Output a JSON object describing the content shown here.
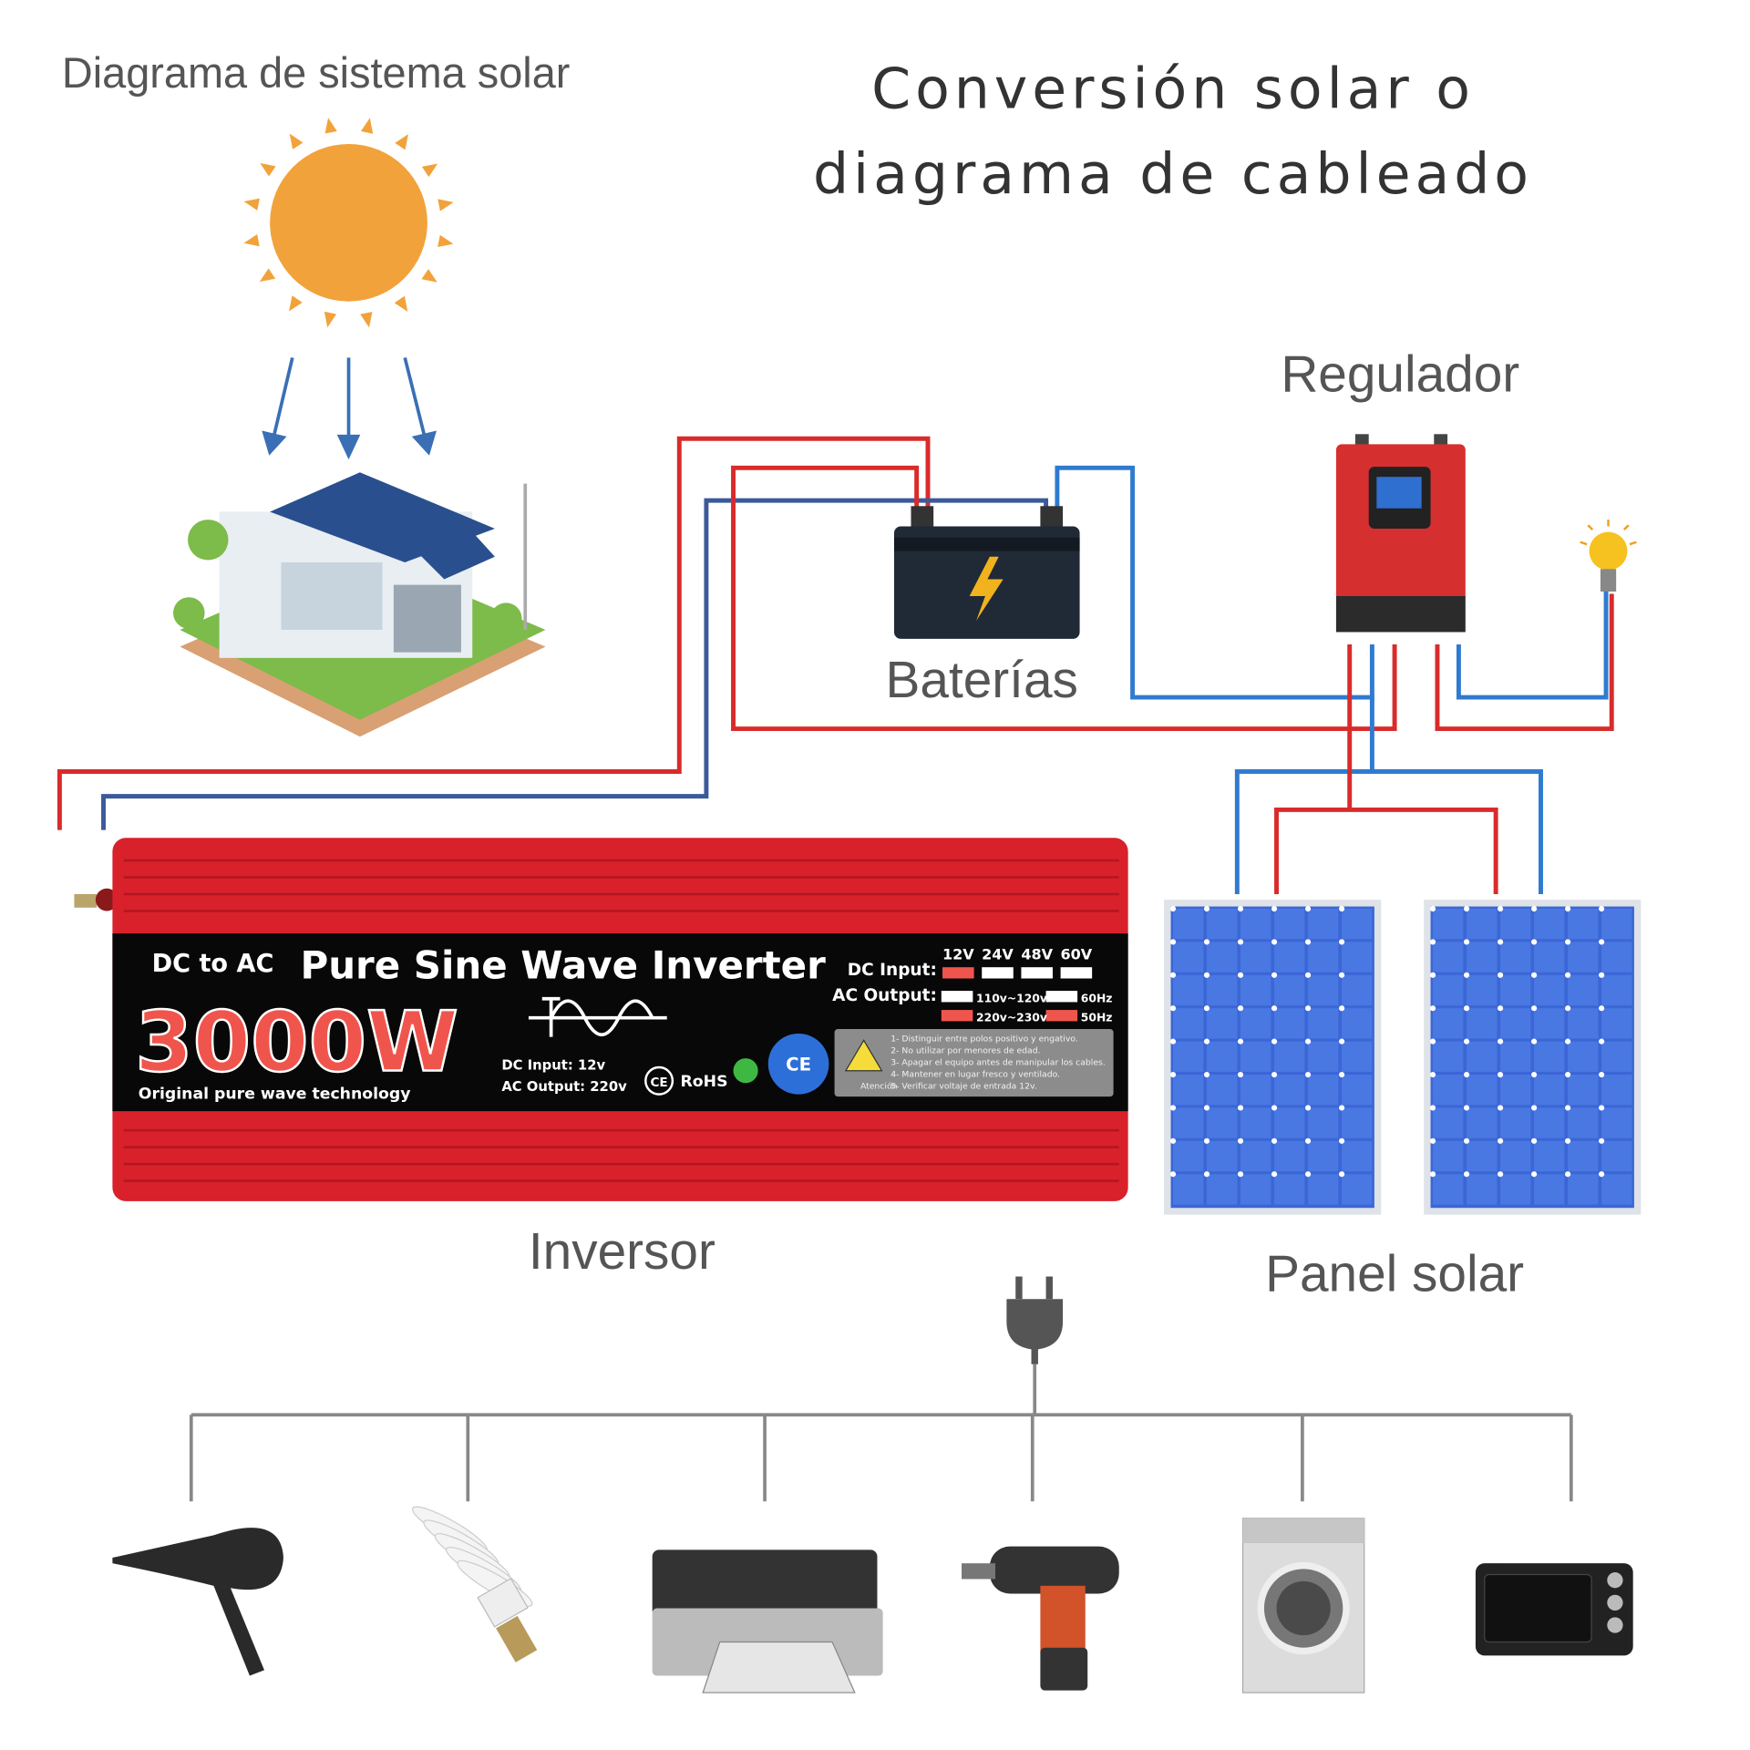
{
  "header": {
    "subtitle": "Diagrama de sistema solar",
    "title_line1": "Conversión solar o",
    "title_line2": "diagrama de cableado"
  },
  "labels": {
    "regulator": "Regulador",
    "batteries": "Baterías",
    "inverter": "Inversor",
    "solar_panel": "Panel solar"
  },
  "inverter": {
    "dc_to_ac": "DC to AC",
    "product_name": "Pure Sine Wave Inverter",
    "power": "3000W",
    "tagline": "Original pure wave technology",
    "dc_input_short": "DC Input: 12v",
    "ac_output_short": "AC Output: 220v",
    "rohs": "RoHS",
    "ce": "CE",
    "dc_input_label": "DC Input:",
    "ac_output_label": "AC Output:",
    "voltages": [
      "12V",
      "24V",
      "48V",
      "60V"
    ],
    "selected_voltage": "12V",
    "ac_options": [
      "110v~120v",
      "220v~230v"
    ],
    "freq_options": [
      "60Hz",
      "50Hz"
    ],
    "selected_ac": "220v~230v",
    "selected_freq": "50Hz",
    "warning_title": "Atención",
    "warnings": [
      "1- Distinguir entre polos positivo y engativo.",
      "2- No utilizar por menores de edad.",
      "3- Apagar el equipo antes de manipular los cables.",
      "4- Mantener en lugar fresco y ventilado.",
      "5- Verificar voltaje de entrada 12v."
    ]
  },
  "appliances": [
    "hair-dryer",
    "cfl-bulb",
    "printer",
    "power-drill",
    "washing-machine",
    "toaster-oven"
  ],
  "colors": {
    "wire_red": "#d92b2b",
    "wire_blue": "#2f7bd0",
    "inverter_red": "#d8212b",
    "sun": "#f2a23a",
    "panel": "#3b66d6"
  }
}
